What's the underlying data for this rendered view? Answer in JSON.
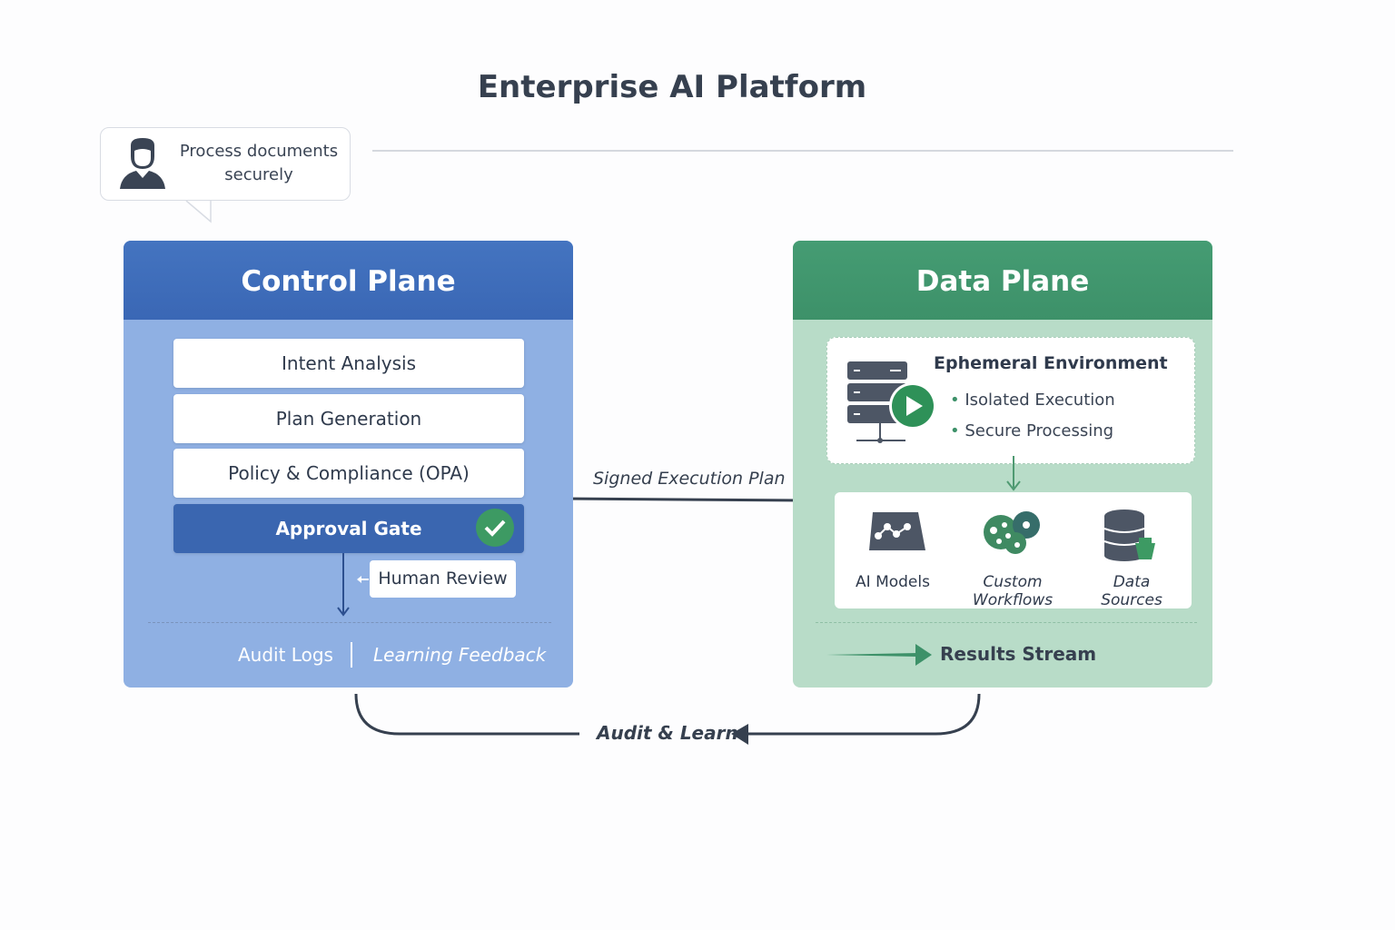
{
  "title": "Enterprise AI Platform",
  "user_request": "Process documents securely",
  "control_plane": {
    "title": "Control Plane",
    "steps": [
      "Intent Analysis",
      "Plan Generation",
      "Policy & Compliance (OPA)"
    ],
    "gate": "Approval Gate",
    "human_review": "Human Review",
    "footer": [
      "Audit Logs",
      "Learning Feedback"
    ]
  },
  "signed_plan": "Signed Execution Plan",
  "data_plane": {
    "title": "Data Plane",
    "environment": {
      "title": "Ephemeral Environment",
      "bullets": [
        "Isolated Execution",
        "Secure Processing"
      ]
    },
    "tools": [
      "AI Models",
      "Custom Workflows",
      "Data Sources"
    ],
    "results": "Results Stream"
  },
  "loop": "Audit & Learn",
  "colors": {
    "control": "#3a67b5",
    "data": "#3d9169",
    "dark": "#36404f"
  }
}
